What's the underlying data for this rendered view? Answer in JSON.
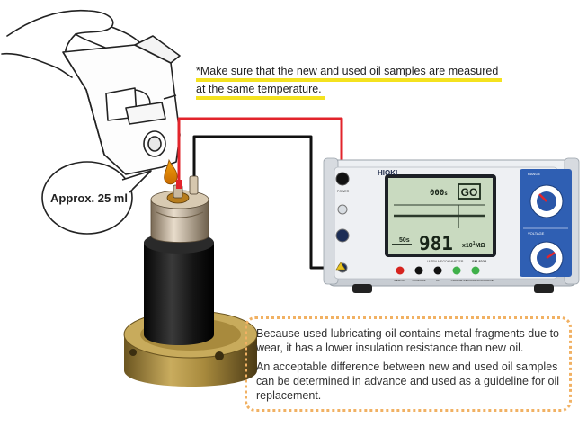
{
  "note": {
    "line1": "*Make sure that the new and used oil samples are measured",
    "line2": "at the same temperature."
  },
  "bubble": {
    "label": "Approx. 25 ml"
  },
  "info": {
    "paragraph1": "Because used lubricating oil contains metal fragments due to wear, it has a lower insulation resistance than new oil.",
    "paragraph2": "An acceptable difference between new and used oil samples can be determined in advance and used as a guideline for oil replacement."
  },
  "meter": {
    "brand": "HIOKI",
    "model": "SM-8220",
    "model_caption": "ULTRA MEGOHMMETER",
    "judgment": "GO",
    "reading_main": "981",
    "reading_mult": "x10",
    "reading_exp": "1",
    "unit": "MΩ",
    "aux_value": "000",
    "aux_unit": "s",
    "time_label": "50s",
    "range_label": "RANGE",
    "voltage_label": "VOLTAGE",
    "power_label": "POWER",
    "buttons": [
      "MEMORY",
      "COMPARE",
      "UP",
      "CHARGE",
      "MEASURE/DISCHARGE"
    ]
  },
  "colors": {
    "lead_red": "#e2242b",
    "lead_black": "#111111",
    "highlight": "#f4e21f",
    "info_border": "#f1b163",
    "panel_blue": "#2f5fb3",
    "lcd_green": "#c9dac0"
  }
}
